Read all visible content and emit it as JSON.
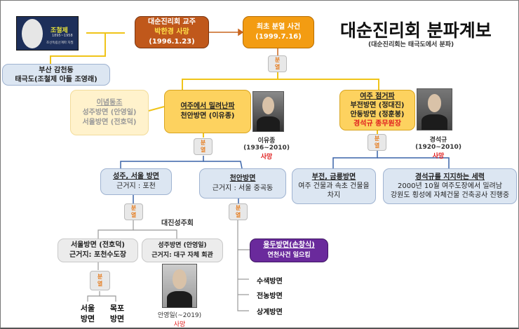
{
  "title": "대순진리회 분파계보",
  "subtitle": "(대순진리회는 태극도에서 분파)",
  "split_label": [
    "분",
    "열"
  ],
  "founder_photo": {
    "name": "조철제",
    "years": "1895~1958",
    "caption": "조선독립선계파 자필"
  },
  "busan": {
    "line1": "부산 감천동",
    "line2": "태극도(조철제 아들 조영래)"
  },
  "park": {
    "line1": "대순진리회 교주",
    "line2": "박한경 사망",
    "line3": "(1996.1.23)"
  },
  "first_split": {
    "line1": "최초 분열 사건",
    "line2": "(1999.7.16)"
  },
  "ideology": {
    "title": "이념동조",
    "line1": "성주방면 (안영일)",
    "line2": "서울방면 (전호덕)"
  },
  "expelled": {
    "title": "여주에서 밀려난파",
    "line1": "천안방면 (이유종)"
  },
  "lee": {
    "caption": "이유종(1936~2010)",
    "status": "사망"
  },
  "occupy": {
    "title": "여주 점거파",
    "line1": "부전방면 (정대진)",
    "line2": "안동방면 (정훈봉)",
    "line3": "경석규 종무원장"
  },
  "kyung": {
    "caption": "경석규(1920~2010)",
    "status": "사망"
  },
  "seongju_seoul": {
    "title": "성주, 서울 방면",
    "line1": "근거지 : 포천"
  },
  "cheonan": {
    "title": "천안방면",
    "line1": "근거지 : 서울 중곡동"
  },
  "bujeon": {
    "title": "부전, 금릉방면",
    "line1": "여주 건물과 속초 건물을",
    "line2": "차지"
  },
  "supporters": {
    "title": "경석규를 지지하는 세력",
    "line1": "2000년 10월 여주도장에서 밀려남",
    "line2": "강원도 횡성에 자체건물 건축공사 진행중"
  },
  "daejin": "대진성주회",
  "seoul_branch": {
    "line1": "서울방면 (전호덕)",
    "line2": "근거지: 포천수도장"
  },
  "seongju_branch": {
    "line1": "성주방면 (안영일)",
    "line2": "근거지: 대구 자체 회관"
  },
  "ahn": {
    "caption": "안영일(~2019)",
    "status": "사망"
  },
  "seoul_sub": [
    "서울",
    "방면"
  ],
  "mokpo_sub": [
    "목포",
    "방면"
  ],
  "yongdu": {
    "title": "용두방면(손창식)",
    "line1": "연천사건 일으킴"
  },
  "branches": [
    "수색방면",
    "전농방면",
    "상계방면"
  ]
}
